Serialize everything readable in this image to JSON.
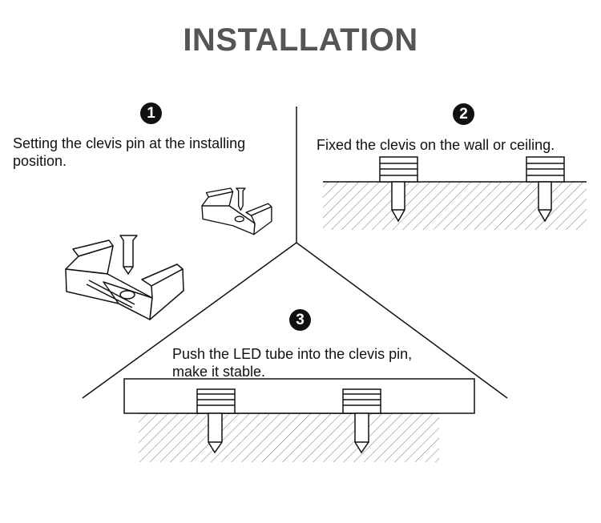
{
  "title": "INSTALLATION",
  "steps": [
    {
      "number": "1",
      "text_line1": "Setting the clevis pin at the installing",
      "text_line2": "position."
    },
    {
      "number": "2",
      "text_line1": "Fixed the clevis on the wall or ceiling."
    },
    {
      "number": "3",
      "text_line1": "Push the LED tube into the clevis pin,",
      "text_line2": "make it stable."
    }
  ],
  "colors": {
    "title": "#555555",
    "line": "#111111",
    "hatch": "#777777"
  }
}
